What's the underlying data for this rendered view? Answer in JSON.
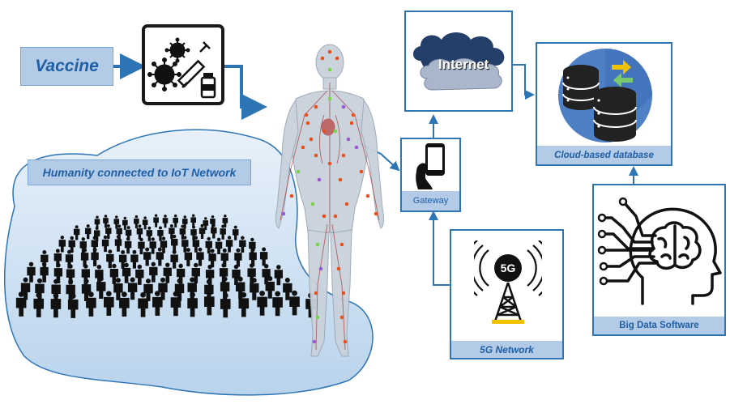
{
  "labels": {
    "vaccine": "Vaccine",
    "humanity": "Humanity connected to IoT Network",
    "internet": "Internet",
    "gateway": "Gateway",
    "cloud_db": "Cloud-based database",
    "network_5g": "5G Network",
    "tower_5g": "5G",
    "big_data": "Big Data Software"
  },
  "colors": {
    "accent": "#2e75b6",
    "label_bg": "#b4cbe8",
    "label_text": "#1f5fa6",
    "crowd_bg": "#c5dcf0",
    "cloud_dark": "#24406a",
    "db_circle": "#4f7fc4"
  },
  "icons": [
    "virus-syringe-icon",
    "human-body-icon",
    "smartphone-icon",
    "cloud-icon",
    "database-icon",
    "cell-tower-icon",
    "brain-circuit-icon",
    "crowd-icon"
  ]
}
